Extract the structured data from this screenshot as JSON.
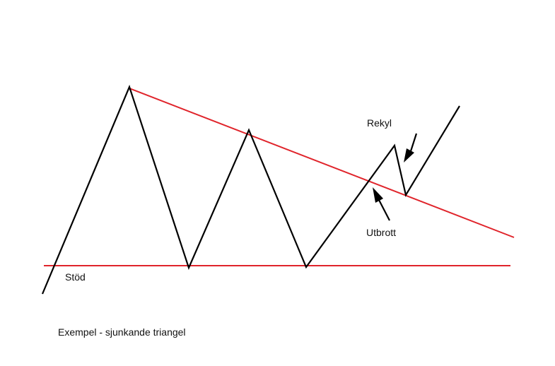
{
  "labels": {
    "support": "Stöd",
    "pullback": "Rekyl",
    "breakout": "Utbrott",
    "caption": "Exempel - sjunkande triangel"
  },
  "colors": {
    "trendlines": "#e0242b",
    "price_path": "#000000",
    "arrows": "#000000",
    "text": "#111111"
  }
}
